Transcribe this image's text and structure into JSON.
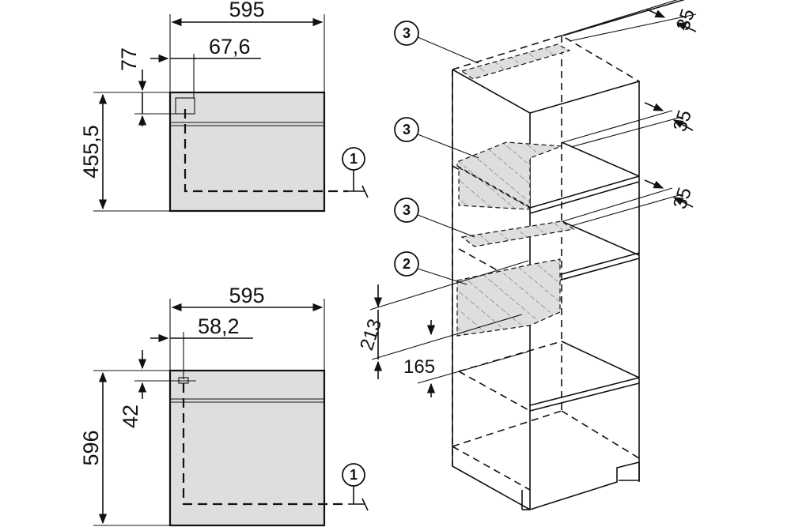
{
  "top_view": {
    "width_label": "595",
    "offset_label": "67,6",
    "top_gap_label": "77",
    "height_label": "455,5",
    "callout": "1"
  },
  "bottom_view": {
    "width_label": "595",
    "offset_label": "58,2",
    "top_gap_label": "42",
    "height_label": "596",
    "callout": "1"
  },
  "cabinet": {
    "callouts": [
      "3",
      "3",
      "3",
      "2"
    ],
    "depth_labels": [
      "35",
      "35",
      "35"
    ],
    "vent_height_label": "213",
    "vent_offset_label": "165"
  }
}
